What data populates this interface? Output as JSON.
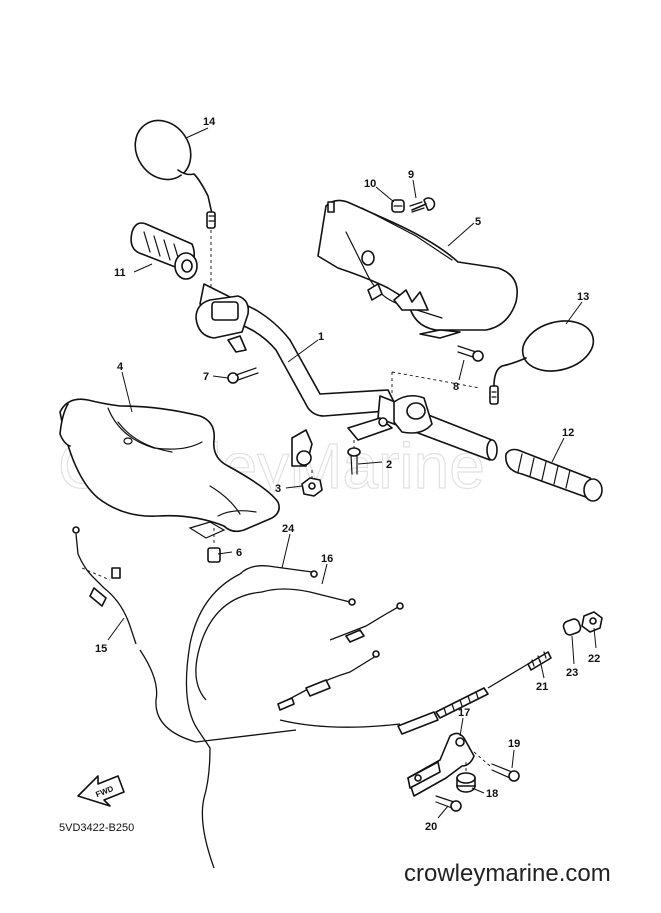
{
  "watermark": "CrowleyMarine",
  "diagram_code": "5VD3422-B250",
  "site_name": "crowleymarine.com",
  "fwd_label": "FWD",
  "callouts": {
    "c1": "1",
    "c2": "2",
    "c3": "3",
    "c4": "4",
    "c5": "5",
    "c6": "6",
    "c7": "7",
    "c8": "8",
    "c9": "9",
    "c10": "10",
    "c11": "11",
    "c12": "12",
    "c13": "13",
    "c14": "14",
    "c15": "15",
    "c16": "16",
    "c17": "17",
    "c18": "18",
    "c19": "19",
    "c20": "20",
    "c21": "21",
    "c22": "22",
    "c23": "23",
    "c24": "24"
  }
}
